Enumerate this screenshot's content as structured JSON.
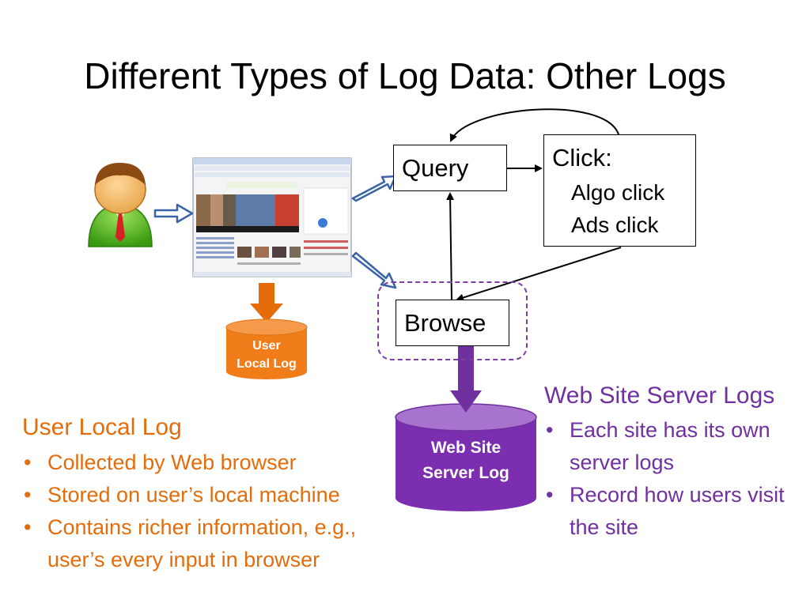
{
  "title": "Different Types of Log Data: Other Logs",
  "boxes": {
    "query": "Query",
    "click_title": "Click:",
    "click_items": [
      "Algo click",
      "Ads click"
    ],
    "browse": "Browse"
  },
  "cylinders": {
    "user_local_log": [
      "User",
      "Local Log"
    ],
    "web_site_server_log": [
      "Web Site",
      "Server Log"
    ]
  },
  "user_local_log_section": {
    "heading": "User Local Log",
    "bullets": [
      "Collected by Web browser",
      "Stored on user’s local machine",
      "Contains richer information, e.g., user’s every input in browser"
    ]
  },
  "server_log_section": {
    "heading": "Web Site Server Logs",
    "bullets": [
      "Each site has its own server logs",
      "Record how users visit the site"
    ]
  },
  "colors": {
    "orange": "#e46c0a",
    "purple": "#7030a0",
    "cylinder_orange": "#f07c1a",
    "cylinder_purple": "#7b2fb0"
  },
  "icons": [
    "user-icon",
    "browser-screenshot-icon"
  ]
}
